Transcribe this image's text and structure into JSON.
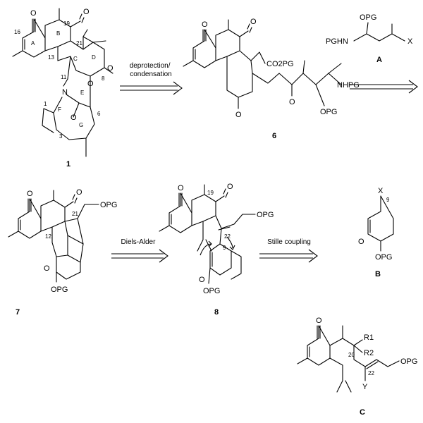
{
  "arrows": [
    {
      "id": "a1",
      "label": "deprotection/\ncondensation"
    },
    {
      "id": "a2",
      "label": ""
    },
    {
      "id": "a3",
      "label": "Diels-Alder"
    },
    {
      "id": "a4",
      "label": "Stille coupling"
    }
  ],
  "compounds": [
    {
      "id": "c1",
      "label": "1"
    },
    {
      "id": "c6",
      "label": "6"
    },
    {
      "id": "cA",
      "label": "A"
    },
    {
      "id": "c7",
      "label": "7"
    },
    {
      "id": "c8",
      "label": "8"
    },
    {
      "id": "cB",
      "label": "B"
    },
    {
      "id": "cC",
      "label": "C"
    }
  ],
  "atom_labels": {
    "c1": [
      "O",
      "O",
      "O",
      "N",
      "O",
      "O"
    ],
    "c6": [
      "O",
      "O",
      "O",
      "O",
      "CO2PG",
      "NHPG",
      "OPG"
    ],
    "cA": [
      "PGHN",
      "OPG",
      "X"
    ],
    "c7": [
      "O",
      "O",
      "OPG",
      "O",
      "OPG"
    ],
    "c8": [
      "O",
      "O",
      "OPG",
      "O",
      "OPG"
    ],
    "cB": [
      "X",
      "O",
      "OPG"
    ],
    "cC": [
      "O",
      "R1",
      "R2",
      "Y",
      "OPG"
    ]
  },
  "ring_labels": [
    "A",
    "B",
    "C",
    "D",
    "E",
    "F",
    "G"
  ],
  "position_numbers": {
    "c1": [
      "16",
      "19",
      "21",
      "13",
      "11",
      "8",
      "1",
      "6",
      "3"
    ],
    "c7": [
      "21",
      "12"
    ],
    "c8": [
      "19",
      "22",
      "9"
    ],
    "cB": [
      "9"
    ],
    "cC": [
      "20",
      "22"
    ]
  }
}
